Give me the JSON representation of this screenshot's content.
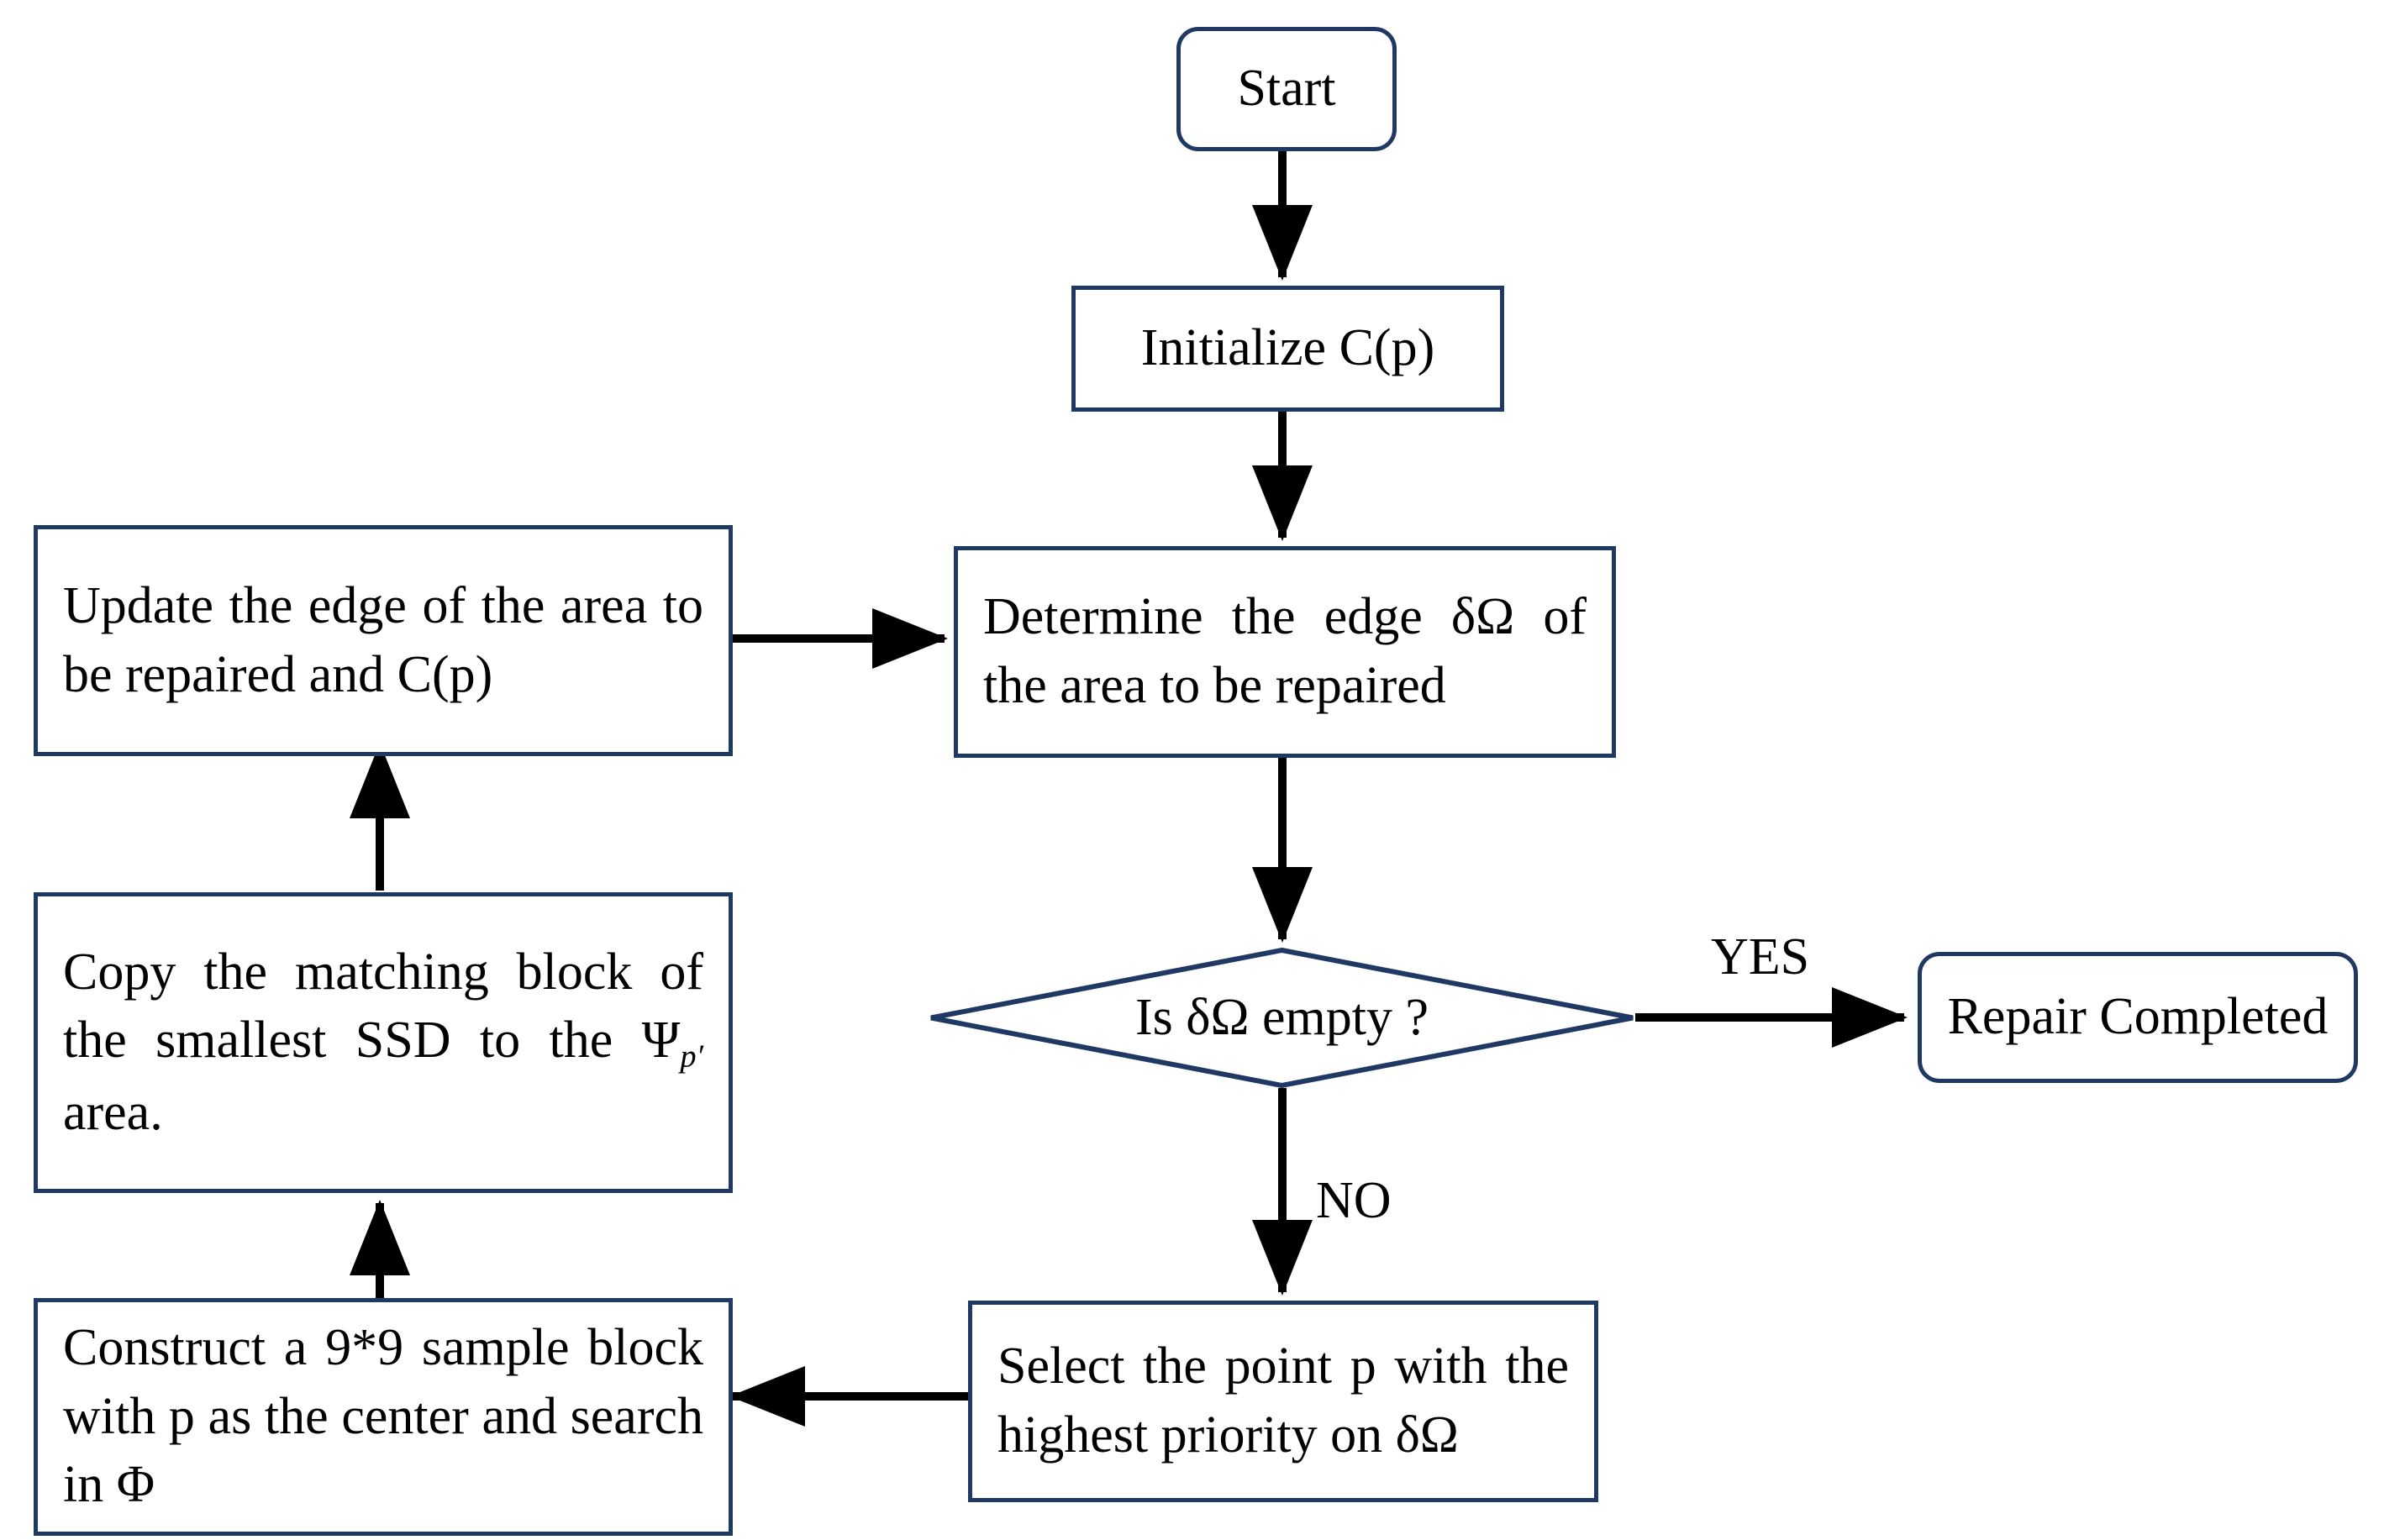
{
  "diagram": {
    "title": "Image repair algorithm flowchart",
    "border_color": "#1f3864",
    "line_color": "#000000",
    "background": "#ffffff",
    "nodes": {
      "start": {
        "label": "Start",
        "shape": "rounded-rectangle"
      },
      "initialize": {
        "label": "Initialize C(p)",
        "shape": "rectangle"
      },
      "determine_edge": {
        "label": "Determine the edge δΩ of the area to be repaired",
        "shape": "rectangle"
      },
      "decision": {
        "label": "Is δΩ empty ?",
        "shape": "diamond"
      },
      "repair_completed": {
        "label": "Repair Completed",
        "shape": "rounded-rectangle"
      },
      "select_point": {
        "label": "Select the point p with the highest priority on δΩ",
        "shape": "rectangle"
      },
      "construct_block": {
        "label": "Construct a 9*9 sample block with p as the center and search in Φ",
        "shape": "rectangle"
      },
      "copy_block": {
        "label_part1": "Copy the matching block of the smallest SSD to the Ψ",
        "label_subscript": "p′",
        "label_part2": " area.",
        "shape": "rectangle"
      },
      "update_edge": {
        "label": "Update the edge of the area to be repaired and C(p)",
        "shape": "rectangle"
      }
    },
    "edge_labels": {
      "yes": "YES",
      "no": "NO"
    }
  }
}
